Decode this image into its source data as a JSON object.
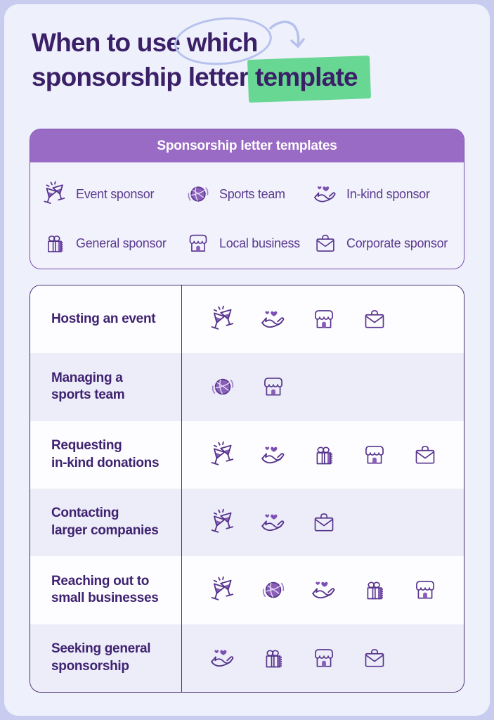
{
  "title": {
    "line1_pre": "When to use",
    "line1_circled": "which",
    "line2_pre": "sponsorship letter",
    "line2_highlight": "template"
  },
  "legend": {
    "header": "Sponsorship letter templates",
    "items": [
      {
        "type": "event",
        "icon": "event-sponsor-icon",
        "label": "Event sponsor"
      },
      {
        "type": "sports",
        "icon": "sports-team-icon",
        "label": "Sports team"
      },
      {
        "type": "inkind",
        "icon": "in-kind-sponsor-icon",
        "label": "In-kind sponsor"
      },
      {
        "type": "general",
        "icon": "general-sponsor-icon",
        "label": "General sponsor"
      },
      {
        "type": "local",
        "icon": "local-business-icon",
        "label": "Local business"
      },
      {
        "type": "corporate",
        "icon": "corporate-sponsor-icon",
        "label": "Corporate sponsor"
      }
    ]
  },
  "table": {
    "rows": [
      {
        "label": "Hosting an event",
        "icons": [
          "event",
          "inkind",
          "local",
          "corporate"
        ]
      },
      {
        "label": "Managing a\nsports team",
        "icons": [
          "sports",
          "local"
        ]
      },
      {
        "label": "Requesting\nin-kind donations",
        "icons": [
          "event",
          "inkind",
          "general",
          "local",
          "corporate"
        ]
      },
      {
        "label": "Contacting\nlarger companies",
        "icons": [
          "event",
          "inkind",
          "corporate"
        ]
      },
      {
        "label": "Reaching out to\nsmall businesses",
        "icons": [
          "event",
          "sports",
          "inkind",
          "general",
          "local"
        ]
      },
      {
        "label": "Seeking general\nsponsorship",
        "icons": [
          "inkind",
          "general",
          "local",
          "corporate"
        ]
      }
    ]
  },
  "colors": {
    "page_bg": "#c8ccee",
    "card_bg": "#eef0fb",
    "header_bg": "#9a6bc5",
    "title_color": "#3b2068",
    "highlight_green": "#68d793",
    "scribble_blue": "#b6c2ec",
    "table_border": "#472a6b",
    "legend_border": "#7a4bae",
    "row_alt": "#ecedf9",
    "row_label": "#3f2270",
    "legend_text": "#5b3a8f",
    "icon_stroke": "#56338b",
    "icon_fill": "#8a5fb8"
  }
}
